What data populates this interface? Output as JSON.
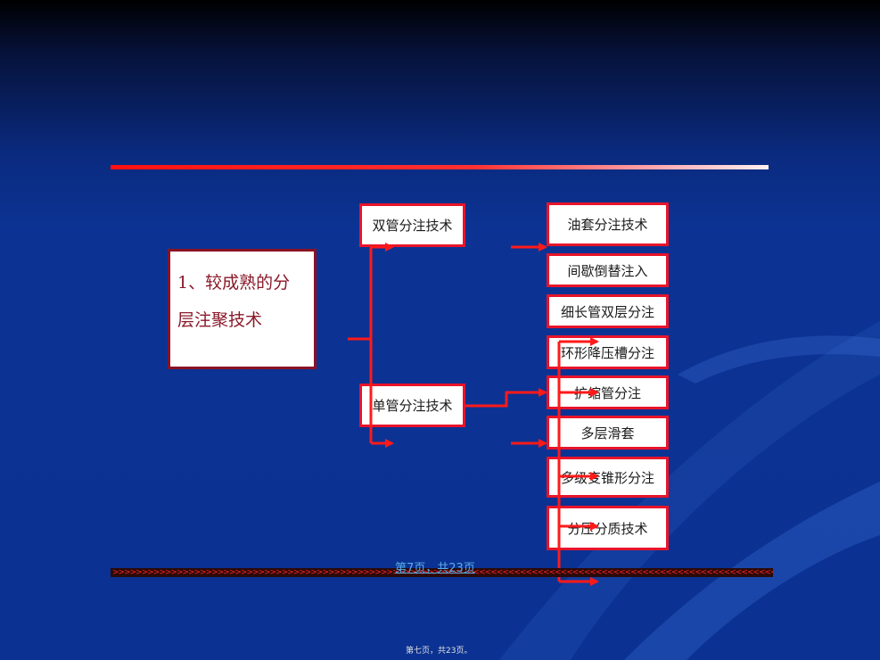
{
  "main": {
    "line1": "1、较成熟的分",
    "line2": "层注聚技术"
  },
  "categories": [
    {
      "label": "双管分注技术"
    },
    {
      "label": "单管分注技术"
    }
  ],
  "techniques": [
    {
      "label": "油套分注技术"
    },
    {
      "label": "间歇倒替注入"
    },
    {
      "label": "细长管双层分注"
    },
    {
      "label": "环形降压槽分注"
    },
    {
      "label": "扩缩管分注"
    },
    {
      "label": "多层滑套"
    },
    {
      "label": "多级变锥形分注"
    },
    {
      "label": "分压分质技术"
    }
  ],
  "page_link": "第7页，共23页",
  "footer": "第七页，共23页。",
  "colors": {
    "accent": "#e8142a",
    "background": "#0b3192"
  }
}
